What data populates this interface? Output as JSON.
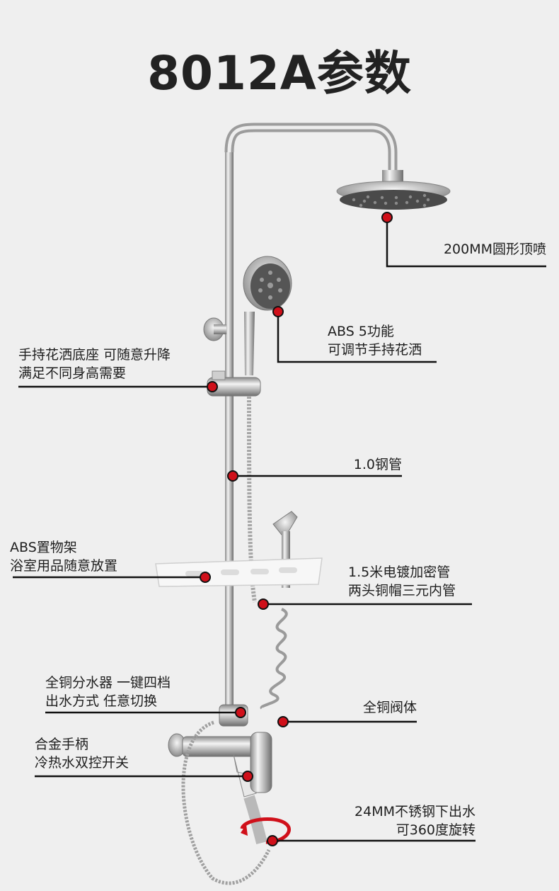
{
  "title": "8012A参数",
  "colors": {
    "background": "#efefef",
    "marker": "#d0101a",
    "line": "#111111",
    "chrome": "#c8c8c8"
  },
  "labels": {
    "top_shower": [
      "200MM圆形顶喷"
    ],
    "hand_shower": [
      "ABS 5功能",
      "可调节手持花洒"
    ],
    "holder": [
      "手持花洒底座  可随意升降",
      "满足不同身高需要"
    ],
    "pipe": [
      "1.0钢管"
    ],
    "shelf": [
      "ABS置物架",
      "浴室用品随意放置"
    ],
    "hose": [
      "1.5米电镀加密管",
      "两头铜帽三元内管"
    ],
    "diverter": [
      "全铜分水器  一键四档",
      "出水方式  任意切换"
    ],
    "valve": [
      "全铜阀体"
    ],
    "handle": [
      "合金手柄",
      "冷热水双控开关"
    ],
    "spout": [
      "24MM不锈钢下出水",
      "可360度旋转"
    ]
  }
}
